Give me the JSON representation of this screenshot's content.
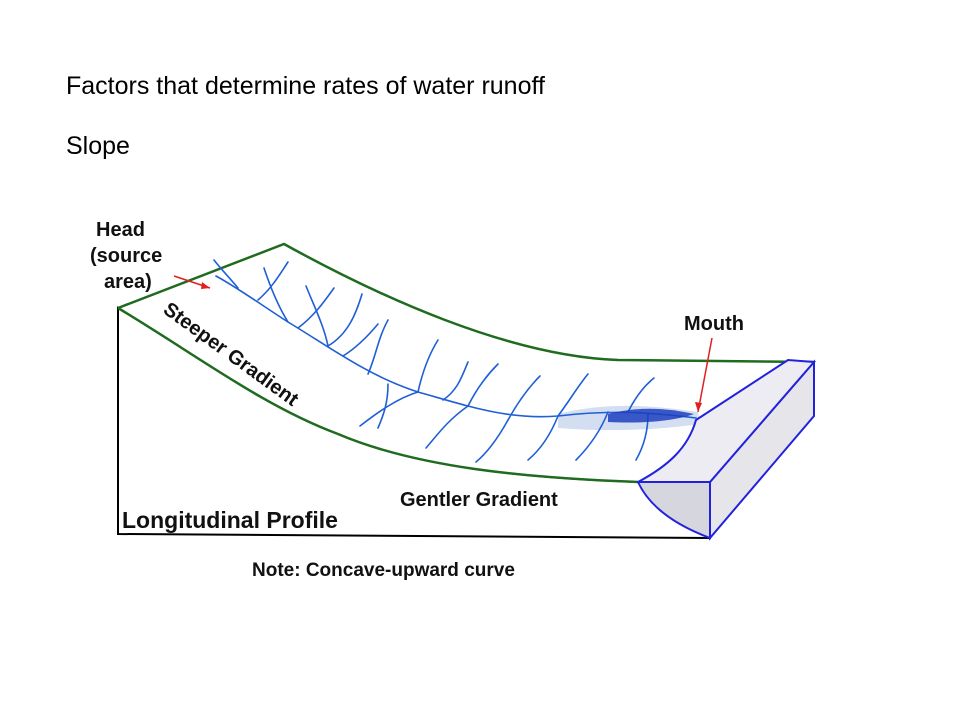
{
  "slide": {
    "title": "Factors that determine rates of water runoff",
    "subtitle": "Slope"
  },
  "diagram": {
    "labels": {
      "head_line1": "Head",
      "head_line2": "(source",
      "head_line3": "area)",
      "mouth": "Mouth",
      "steeper": "Steeper Gradient",
      "gentler": "Gentler Gradient",
      "profile": "Longitudinal Profile",
      "note": "Note:  Concave-upward curve"
    },
    "colors": {
      "surface_outline": "#1f6b1f",
      "streams": "#1f5fd6",
      "pointer": "#e02020",
      "ocean": "#2222dd",
      "block_outline": "#000000"
    }
  }
}
